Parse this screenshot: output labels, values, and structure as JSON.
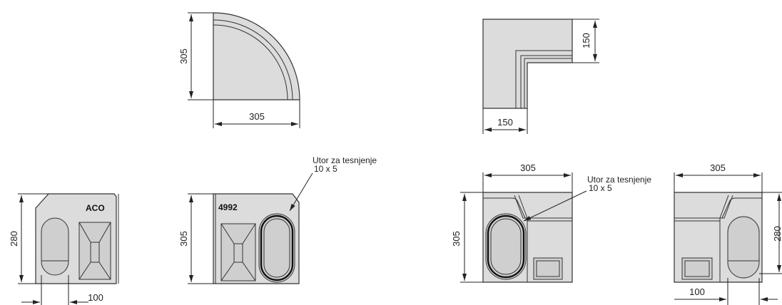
{
  "views": {
    "top_left": {
      "width_dim": "305",
      "height_dim": "305"
    },
    "top_right": {
      "width_dim": "150",
      "height_dim": "150"
    },
    "front_a": {
      "height_dim": "280",
      "bottom_dim": "100",
      "logo": "ACO"
    },
    "front_b": {
      "height_dim": "305",
      "code": "4992",
      "seal_note_line1": "Utor za tesnjenje",
      "seal_note_line2": "10 x 5"
    },
    "side_a": {
      "width_dim": "305",
      "height_dim": "305",
      "seal_note_line1": "Utor za tesnjenje",
      "seal_note_line2": "10 x 5"
    },
    "side_b": {
      "width_dim": "305",
      "height_dim": "280",
      "bottom_dim": "100"
    }
  }
}
